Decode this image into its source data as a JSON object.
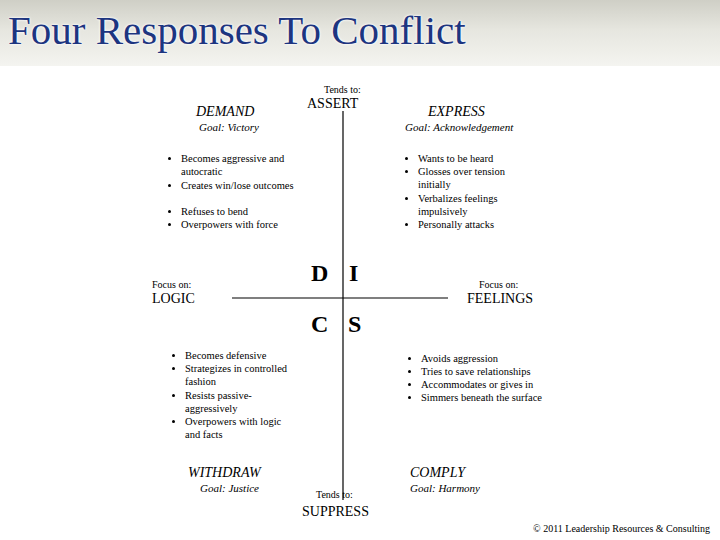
{
  "diagram": {
    "title": "Four Responses To Conflict",
    "labels": [
      "Tends to:",
      "ASSERT",
      "DEMAND",
      "Goal: Victory",
      "EXPRESS",
      "Goal: Acknowledgement",
      "Becomes aggressive and autocratic",
      "Creates win/lose outcomes",
      "Refuses to bend",
      "Overpowers with force",
      "Wants to be heard",
      "Glosses over tension initially",
      "Verbalizes feelings impulsively",
      "Personally attacks",
      "Focus on:",
      "LOGIC",
      "D",
      "I",
      "Focus on:",
      "FEELINGS",
      "C",
      "S",
      "Becomes defensive",
      "Strategizes in controlled fashion",
      "Resists passive-aggressively",
      "Overpowers with logic and facts",
      "Avoids aggression",
      "Tries to save relationships",
      "Accommodates or gives in",
      "Simmers beneath the surface",
      "WITHDRAW",
      "Goal: Justice",
      "Tends to:",
      "SUPPRESS",
      "COMPLY",
      "Goal: Harmony",
      "© 2011 Leadership Resources & Consulting"
    ]
  }
}
